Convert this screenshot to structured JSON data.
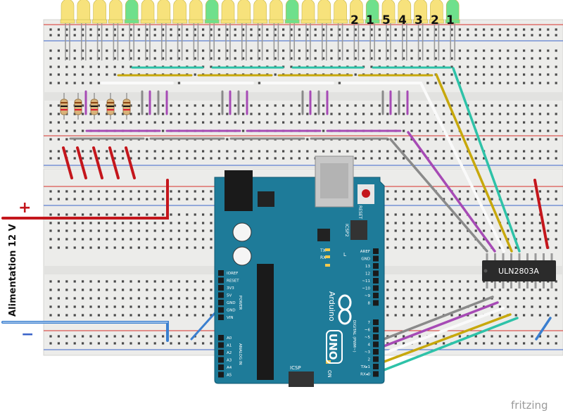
{
  "led_numbers": [
    "2",
    "1",
    "5",
    "4",
    "3",
    "2",
    "1"
  ],
  "power_label": "Alimentation 12 V",
  "plus_sign": "+",
  "minus_sign": "−",
  "ic_label": "ULN2803A",
  "watermark": "fritzing",
  "arduino": {
    "brand": "Arduino",
    "model": "UNO",
    "icsp2": "ICSP2",
    "icsp": "ICSP",
    "reset": "RESET",
    "tx": "TX",
    "rx": "RX",
    "l": "L",
    "on": "ON",
    "power_header": "POWER",
    "analog_header": "ANALOG IN",
    "digital_header": "DIGITAL (PWM~)",
    "power_pins": [
      "IOREF",
      "RESET",
      "3V3",
      "5V",
      "GND",
      "GND",
      "VIN"
    ],
    "analog_pins": [
      "A0",
      "A1",
      "A2",
      "A3",
      "A4",
      "A5"
    ],
    "digital_top": [
      "AREF",
      "GND",
      "13",
      "12",
      "~11",
      "~10",
      "~9",
      "8"
    ],
    "digital_bottom": [
      "7",
      "~6",
      "~5",
      "4",
      "~3",
      "2",
      "TX▸1",
      "RX◂0"
    ]
  },
  "colors": {
    "board": "#ececea",
    "rail_red": "#d8312a",
    "rail_blue": "#3a63c9",
    "led_yellow": "#f7e27c",
    "led_green": "#6fe08c",
    "arduino": "#1e7b99",
    "wire_red": "#c4161c",
    "wire_blue": "#3a7fd0",
    "wire_teal": "#2ec2a8",
    "wire_yellow": "#c7a80c",
    "wire_white": "#f4f4f4",
    "wire_purple": "#a64ab5",
    "wire_gray": "#8a8a8a",
    "ic_body": "#2b2b2b"
  }
}
